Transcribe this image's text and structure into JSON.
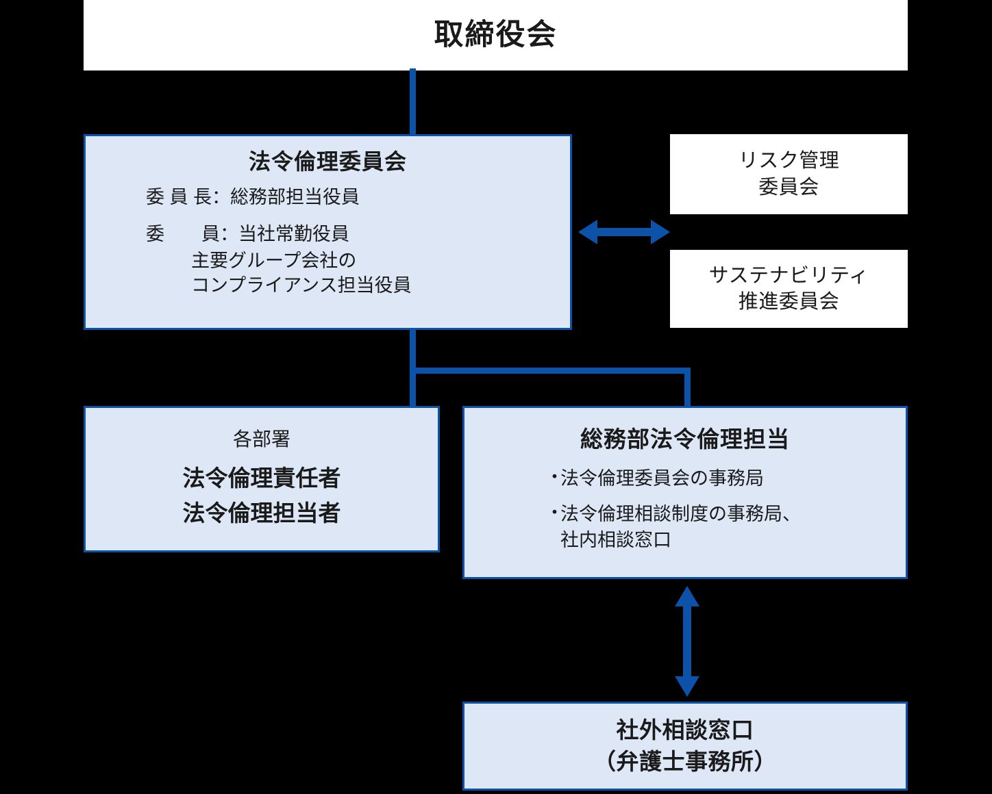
{
  "diagram": {
    "title_semantic": "compliance-governance-structure",
    "background_color": "#000000",
    "accent_color": "#0b52a8",
    "tint_color": "#dde7f6"
  },
  "board": {
    "label": "取締役会"
  },
  "committee": {
    "title": "法令倫理委員会",
    "roster": [
      {
        "role": "委 員 長：",
        "value": "総務部担当役員"
      },
      {
        "role": "委　　員：",
        "value": "当社常勤役員"
      }
    ],
    "roster_extra": [
      "主要グループ会社の",
      "コンプライアンス担当役員"
    ]
  },
  "side_committees": [
    {
      "line1": "リスク管理",
      "line2": "委員会"
    },
    {
      "line1": "サステナビリティ",
      "line2": "推進委員会"
    }
  ],
  "departments": {
    "sub_label": "各部署",
    "roles": [
      "法令倫理責任者",
      "法令倫理担当者"
    ]
  },
  "general_affairs": {
    "title": "総務部法令倫理担当",
    "bullet_mark": "・",
    "bullets": [
      {
        "line1": "法令倫理委員会の事務局",
        "line2": ""
      },
      {
        "line1": "法令倫理相談制度の事務局、",
        "line2": "社内相談窓口"
      }
    ]
  },
  "external_desk": {
    "line1": "社外相談窓口",
    "line2": "（弁護士事務所）"
  },
  "connectors": {
    "board_to_committee": "vertical-line",
    "committee_to_side": "double-headed-horizontal-arrow",
    "committee_to_lower": "branching-line",
    "affairs_to_external": "double-headed-vertical-arrow"
  }
}
